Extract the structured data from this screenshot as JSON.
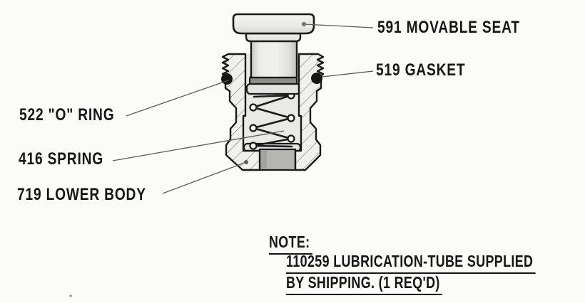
{
  "figure": {
    "type": "technical-cross-section-drawing",
    "subject": "lubrication fitting / valve assembly cross-section",
    "callouts": [
      {
        "part_no": "591",
        "label": "591 MOVABLE SEAT"
      },
      {
        "part_no": "519",
        "label": "519 GASKET"
      },
      {
        "part_no": "522",
        "label": "522 \"O\" RING"
      },
      {
        "part_no": "416",
        "label": "416 SPRING"
      },
      {
        "part_no": "719",
        "label": "719 LOWER BODY"
      }
    ],
    "note": {
      "heading": "NOTE:",
      "lines": [
        "110259 LUBRICATION-TUBE SUPPLIED",
        "BY SHIPPING. (1 REQ'D)"
      ]
    },
    "colors": {
      "ink": "#1a1a1a",
      "paper": "#fbfbf9",
      "metal": "#ececea",
      "seal_black": "#151515",
      "leader_gray": "#5a5a5a"
    }
  }
}
